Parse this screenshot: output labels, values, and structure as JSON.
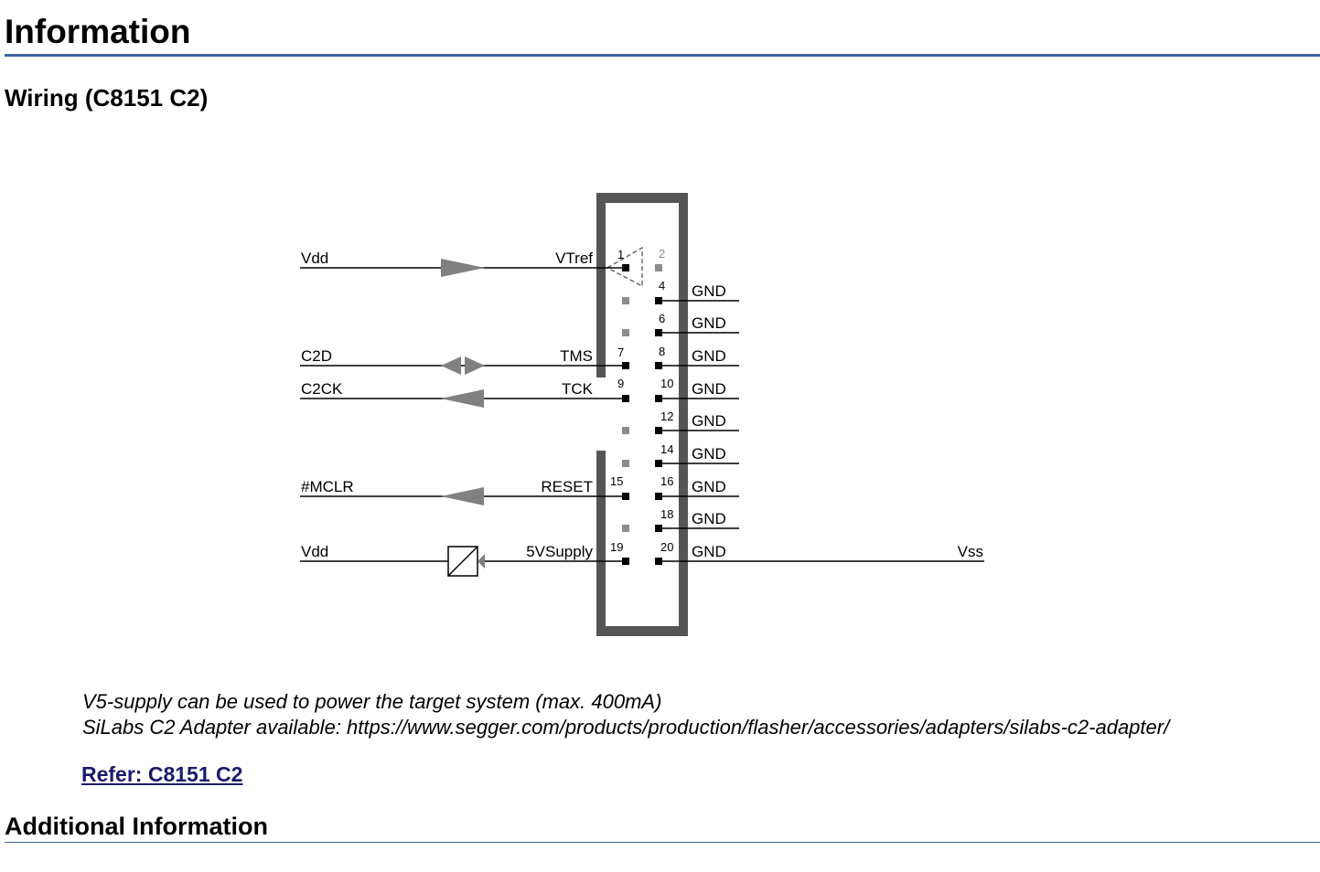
{
  "page": {
    "title": "Information",
    "section_title": "Wiring (C8151 C2)",
    "additional_title": "Additional Information"
  },
  "diagram": {
    "left_signals": [
      {
        "signal": "Vdd",
        "pin_label": "VTref",
        "pin": "1",
        "symbol": "arrow-right"
      },
      {
        "signal": "C2D",
        "pin_label": "TMS",
        "pin": "7",
        "symbol": "arrow-bidirectional"
      },
      {
        "signal": "C2CK",
        "pin_label": "TCK",
        "pin": "9",
        "symbol": "arrow-left"
      },
      {
        "signal": "#MCLR",
        "pin_label": "RESET",
        "pin": "15",
        "symbol": "arrow-left"
      },
      {
        "signal": "Vdd",
        "pin_label": "5VSupply",
        "pin": "19",
        "symbol": "supply-box"
      }
    ],
    "right_pins": [
      {
        "pin": "2",
        "label": ""
      },
      {
        "pin": "4",
        "label": "GND"
      },
      {
        "pin": "6",
        "label": "GND"
      },
      {
        "pin": "8",
        "label": "GND"
      },
      {
        "pin": "10",
        "label": "GND"
      },
      {
        "pin": "12",
        "label": "GND"
      },
      {
        "pin": "14",
        "label": "GND"
      },
      {
        "pin": "16",
        "label": "GND"
      },
      {
        "pin": "18",
        "label": "GND"
      },
      {
        "pin": "20",
        "label": "GND"
      }
    ],
    "vss_label": "Vss",
    "colors": {
      "line": "#000000",
      "arrow": "#808080",
      "connector": "#555555",
      "unused_pin": "#8c8c8c"
    }
  },
  "notes": {
    "line1": "V5-supply can be used to power the target system (max. 400mA)",
    "line2": "SiLabs C2 Adapter available: https://www.segger.com/products/production/flasher/accessories/adapters/silabs-c2-adapter/"
  },
  "refer": {
    "label": "Refer: C8151 C2"
  }
}
